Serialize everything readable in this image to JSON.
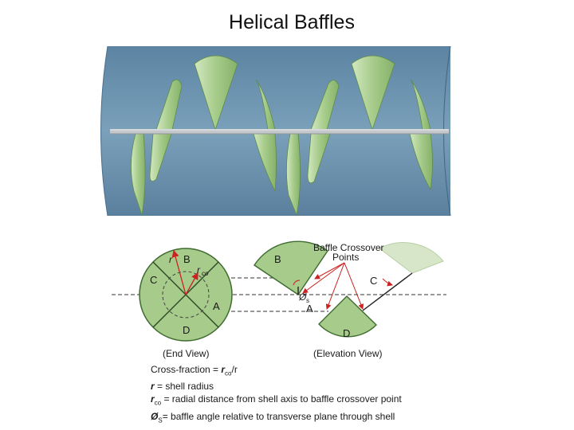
{
  "slide": {
    "title": "Helical Baffles"
  },
  "colors": {
    "shell": "#6f95b0",
    "baffle": "#a6cb8a",
    "baffle_stroke": "#4d7a3c",
    "rod": "#b8bcbf",
    "arrow": "#cc2222"
  },
  "end_view": {
    "labels": {
      "r": "r",
      "r_co": "r",
      "r_co_sub": "co",
      "B": "B",
      "C": "C",
      "A": "A",
      "D": "D"
    },
    "caption": "(End View)"
  },
  "elevation_view": {
    "callout_line1": "Baffle Crossover",
    "callout_line2": "Points",
    "labels": {
      "B": "B",
      "C": "C",
      "A": "A",
      "D": "D",
      "phi": "Ø",
      "phi_sub": "s"
    },
    "caption": "(Elevation View)"
  },
  "legend": {
    "l1_text": "Cross-fraction = ",
    "l1_sym": "r",
    "l1_sub": "co",
    "l1_tail": "/r",
    "l2_sym": "r",
    "l2_text": " = shell radius",
    "l3_sym": "r",
    "l3_sub": "co",
    "l3_text": " = radial distance from shell axis to baffle crossover point",
    "l4_sym": "Ø",
    "l4_sub": "S",
    "l4_text": "= baffle angle relative to transverse plane through shell"
  }
}
